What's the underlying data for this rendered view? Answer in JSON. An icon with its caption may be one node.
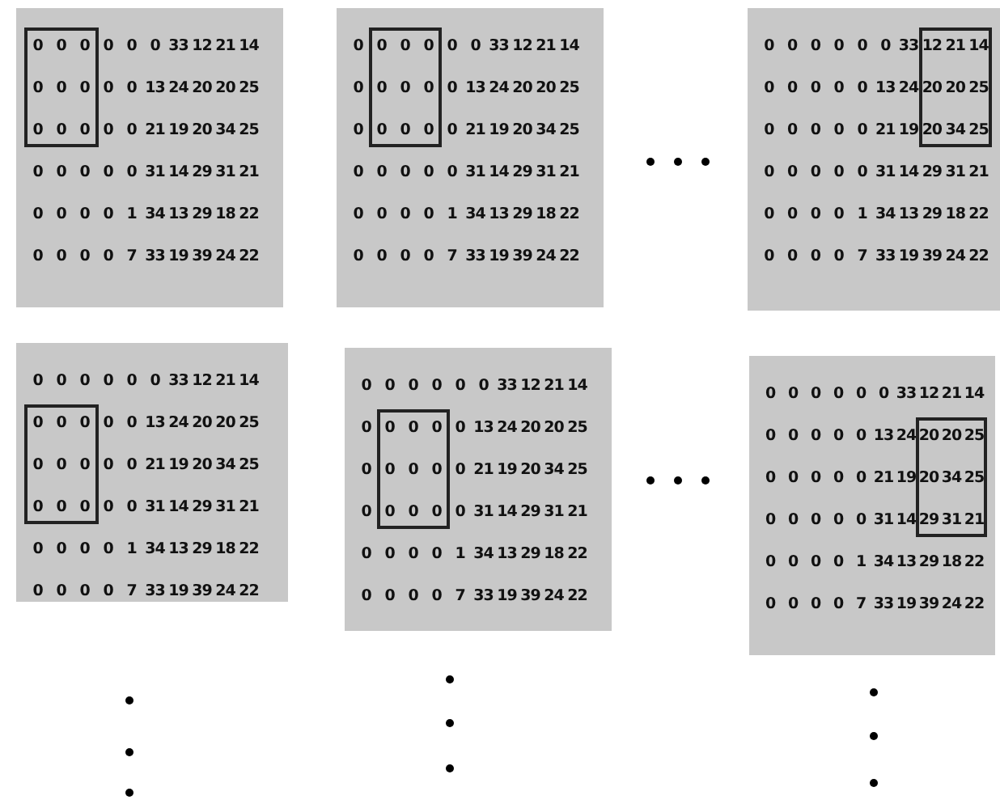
{
  "diagram": {
    "nodes": [
      {
        "text": [
          "0 0 0 0 0 0 33 12 21 14",
          "0 0 0 0 0 13 24 20 20 25",
          "0 0 0 0 0 21 19 20 34 25",
          "0 0 0 0 0 31 14 29 31 21",
          "0 0 0 0 1 34 13 29 18 22",
          "0 0 0 0 7 33 19 39 24 22"
        ]
      },
      {
        "text": [
          "0 0 0 0 0 0 33 12 21 14",
          "0 0 0 0 0 13 24 20 20 25",
          "0 0 0 0 0 21 19 20 34 25",
          "0 0 0 0 0 31 14 29 31 21",
          "0 0 0 0 1 34 13 29 18 22",
          "0 0 0 0 7 33 19 39 24 22"
        ]
      },
      {
        "text": [
          "0 0 0 0 0 0 33 12 21 14",
          "0 0 0 0 0 13 24 20 20 25",
          "0 0 0 0 0 21 19 20 34 25",
          "0 0 0 0 0 31 14 29 31 21",
          "0 0 0 0 1 34 13 29 18 22",
          "0 0 0 0 7 33 19 39 24 22"
        ]
      },
      {
        "text": [
          "0 0 0 0 0 0 33 12 21 14",
          "0 0 0 0 0 13 24 20 20 25",
          "0 0 0 0 0 21 19 20 34 25",
          "0 0 0 0 0 31 14 29 31 21",
          "0 0 0 0 1 34 13 29 18 22",
          "0 0 0 0 7 33 19 39 24 22"
        ]
      },
      {
        "text": [
          "0 0 0 0 0 0 33 12 21 14",
          "0 0 0 0 0 13 24 20 20 25",
          "0 0 0 0 0 21 19 20 34 25",
          "0 0 0 0 0 31 14 29 31 21",
          "0 0 0 0 1 34 13 29 18 22",
          "0 0 0 0 7 33 19 39 24 22"
        ]
      },
      {
        "text": [
          "0 0 0 0 0 0 33 12 21 14",
          "0 0 0 0 0 13 24 20 20 25",
          "0 0 0 0 0 21 19 20 34 25",
          "0 0 0 0 0 31 14 29 31 21",
          "0 0 0 0 1 34 13 29 18 22",
          "0 0 0 0 7 33 19 39 24 22"
        ]
      }
    ]
  }
}
